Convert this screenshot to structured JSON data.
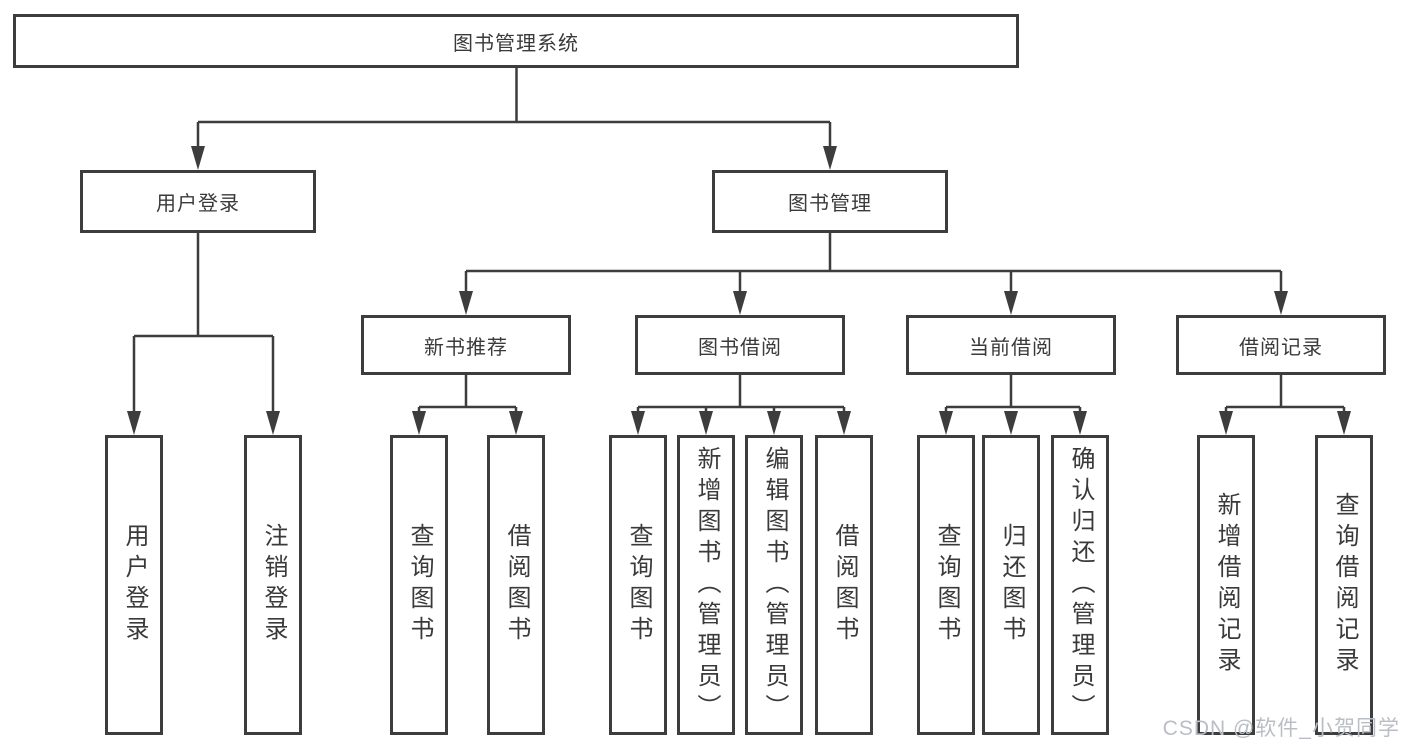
{
  "tree": {
    "root": {
      "label": "图书管理系统"
    },
    "branches": [
      {
        "label": "用户登录",
        "children": [
          {
            "label": "用户登录"
          },
          {
            "label": "注销登录"
          }
        ]
      },
      {
        "label": "图书管理",
        "children": [
          {
            "label": "新书推荐",
            "children": [
              {
                "label": "查询图书"
              },
              {
                "label": "借阅图书"
              }
            ]
          },
          {
            "label": "图书借阅",
            "children": [
              {
                "label": "查询图书"
              },
              {
                "label": "新增图书（管理员）"
              },
              {
                "label": "编辑图书（管理员）"
              },
              {
                "label": "借阅图书"
              }
            ]
          },
          {
            "label": "当前借阅",
            "children": [
              {
                "label": "查询图书"
              },
              {
                "label": "归还图书"
              },
              {
                "label": "确认归还（管理员）"
              }
            ]
          },
          {
            "label": "借阅记录",
            "children": [
              {
                "label": "新增借阅记录"
              },
              {
                "label": "查询借阅记录"
              }
            ]
          }
        ]
      }
    ]
  },
  "watermark": "CSDN @软件_小贺同学",
  "colors": {
    "line": "#3d3d3d",
    "border": "#3d3d3d",
    "text": "#3a3a3a",
    "watermark": "#b9bec4",
    "background": "#ffffff"
  }
}
